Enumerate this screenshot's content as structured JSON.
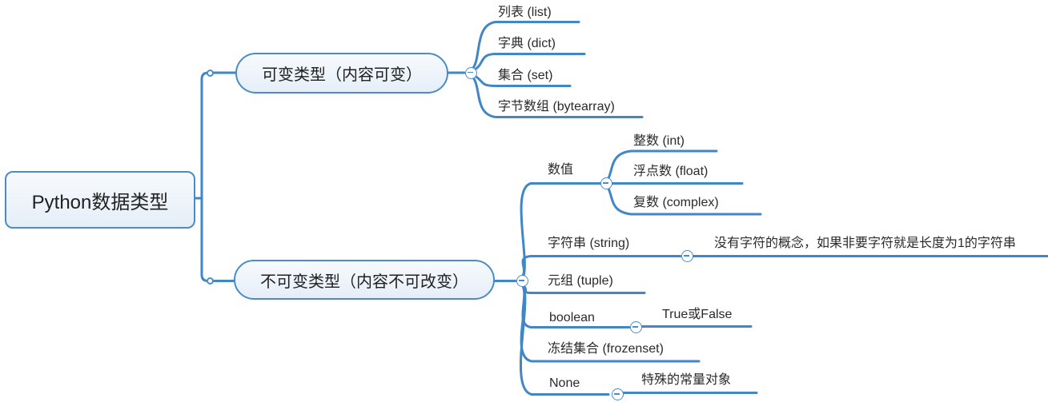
{
  "app": {
    "kind": "mindmap",
    "accent_color": "#4186c5",
    "node_border_color": "#4a8cc8",
    "node_fill_color": "#ecf2fa",
    "collapse_icon": "minus-in-circle"
  },
  "root": {
    "label": "Python数据类型"
  },
  "branches": [
    {
      "label": "可变类型（内容可变）",
      "children": [
        {
          "label": "列表 (list)"
        },
        {
          "label": "字典 (dict)"
        },
        {
          "label": "集合 (set)"
        },
        {
          "label": "字节数组 (bytearray)"
        }
      ]
    },
    {
      "label": "不可变类型（内容不可改变）",
      "children": [
        {
          "label": "数值",
          "children": [
            {
              "label": "整数 (int)"
            },
            {
              "label": "浮点数 (float)"
            },
            {
              "label": "复数 (complex)"
            }
          ]
        },
        {
          "label": "字符串 (string)",
          "children": [
            {
              "label": "没有字符的概念，如果非要字符就是长度为1的字符串"
            }
          ]
        },
        {
          "label": "元组 (tuple)"
        },
        {
          "label": "boolean",
          "children": [
            {
              "label": "True或False"
            }
          ]
        },
        {
          "label": "冻结集合 (frozenset)"
        },
        {
          "label": "None",
          "children": [
            {
              "label": "特殊的常量对象"
            }
          ]
        }
      ]
    }
  ]
}
